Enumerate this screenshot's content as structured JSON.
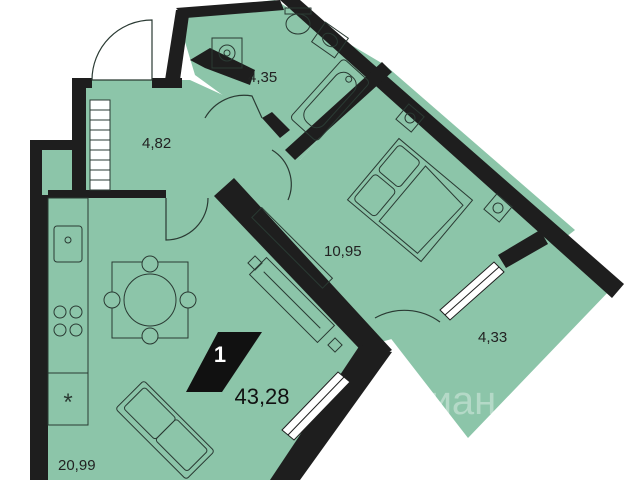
{
  "colors": {
    "floor": "#8cc5a9",
    "wall": "#1e1e1e",
    "fixture_stroke": "#2a3a33",
    "window": "#ffffff"
  },
  "plan": {
    "rooms_count": "1",
    "total_area": "43,28",
    "rooms": [
      {
        "id": "bathroom",
        "area": "4,35"
      },
      {
        "id": "hallway",
        "area": "4,82"
      },
      {
        "id": "bedroom",
        "area": "10,95"
      },
      {
        "id": "balcony",
        "area": "4,33"
      },
      {
        "id": "kitchen-living",
        "area": "20,99"
      }
    ]
  },
  "watermark": "Циан"
}
